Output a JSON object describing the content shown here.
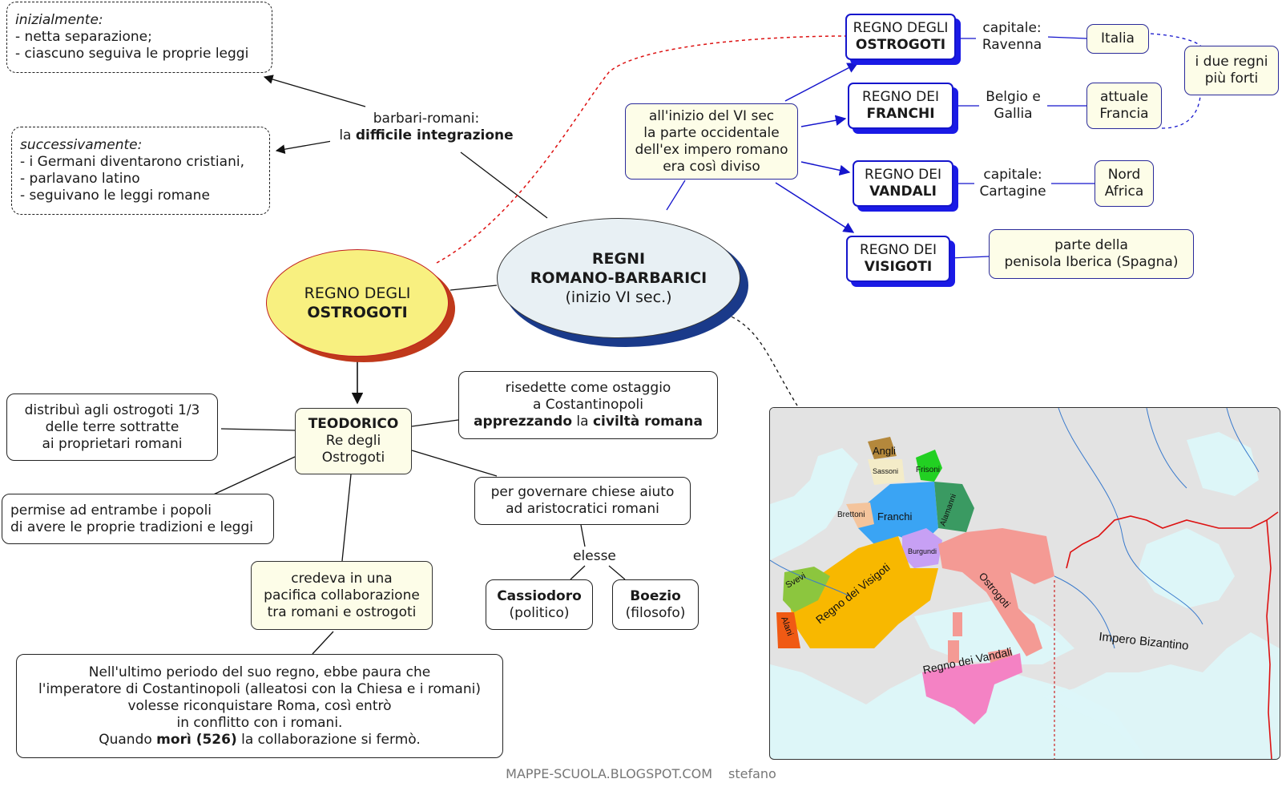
{
  "central": {
    "line1": "REGNI",
    "line2": "ROMANO-BARBARICI",
    "line3": "(inizio VI sec.)"
  },
  "ostrogoti_main": {
    "line1": "REGNO DEGLI",
    "line2": "OSTROGOTI"
  },
  "integration": {
    "line1": "barbari-romani:",
    "line2_a": "la ",
    "line2_b": "difficile integrazione"
  },
  "initially": {
    "title": "inizialmente:",
    "items": [
      "- netta separazione;",
      "- ciascuno seguiva le proprie leggi"
    ]
  },
  "later": {
    "title": "successivamente:",
    "items": [
      "- i Germani diventarono cristiani,",
      "- parlavano latino",
      "- seguivano le leggi romane"
    ]
  },
  "division": {
    "lines": [
      "all'inizio del VI sec",
      "la parte occidentale",
      "dell'ex impero romano",
      "era così diviso"
    ]
  },
  "kingdoms": [
    {
      "l1": "REGNO DEGLI",
      "l2": "OSTROGOTI",
      "info": [
        "capitale:",
        "Ravenna"
      ],
      "place": [
        "Italia"
      ]
    },
    {
      "l1": "REGNO DEI",
      "l2": "FRANCHI",
      "info": [
        "Belgio e",
        "Gallia"
      ],
      "place": [
        "attuale",
        "Francia"
      ]
    },
    {
      "l1": "REGNO DEI",
      "l2": "VANDALI",
      "info": [
        "capitale:",
        "Cartagine"
      ],
      "place": [
        "Nord",
        "Africa"
      ]
    },
    {
      "l1": "REGNO DEI",
      "l2": "VISIGOTI",
      "info": [
        "parte della",
        "penisola Iberica (Spagna)"
      ]
    }
  ],
  "strongest": [
    "i due regni",
    "più forti"
  ],
  "teodorico": {
    "name": "TEODORICO",
    "l2": "Re degli",
    "l3": "Ostrogoti"
  },
  "distribution": [
    "distribuì  agli ostrogoti 1/3",
    "delle terre sottratte",
    "ai proprietari romani"
  ],
  "hostage": {
    "l1": "risedette come ostaggio",
    "l2": "a Costantinopoli",
    "l3a": "apprezzando",
    "l3b": " la ",
    "l3c": "civiltà romana"
  },
  "traditions": [
    "permise ad entrambe i popoli",
    "di avere le proprie tradizioni e leggi"
  ],
  "govern": [
    "per governare chiese aiuto",
    "ad aristocratici romani"
  ],
  "elesse": "elesse",
  "cassiodoro": {
    "name": "Cassiodoro",
    "role": "(politico)"
  },
  "boezio": {
    "name": "Boezio",
    "role": "(filosofo)"
  },
  "collab": [
    "credeva in una",
    "pacifica collaborazione",
    "tra romani e ostrogoti"
  ],
  "ending": {
    "l1": "Nell'ultimo periodo del suo regno, ebbe paura che",
    "l2": "l'imperatore di Costantinopoli (alleatosi con la Chiesa e i romani)",
    "l3": "volesse riconquistare Roma, così entrò",
    "l4": "in conflitto con i romani.",
    "l5a": "Quando ",
    "l5b": "morì (526)",
    "l5c": " la collaborazione si fermò."
  },
  "map": {
    "labels": [
      "Angli",
      "Sassoni",
      "Frisoni",
      "Brettoni",
      "Franchi",
      "Alamanni",
      "Burgundi",
      "Svevi",
      "Regno dei Visigoti",
      "Alani",
      "Ostrogoti",
      "Regno dei Vandali",
      "Impero Bizantino"
    ],
    "colors": {
      "sea": "#ddf6f8",
      "land": "#e3e3e3",
      "franchi": "#3aa4f4",
      "visigoti": "#f8b800",
      "ostrogoti": "#f49a94",
      "vandali": "#f482c4",
      "alamanni": "#3a9a62",
      "burgundi": "#c7a0f4",
      "svevi": "#8cc63e",
      "alani": "#f05a14",
      "angli": "#b4883c",
      "frisoni": "#22d022",
      "brettoni": "#f4c49c"
    }
  },
  "footer": {
    "site": "MAPPE-SCUOLA.BLOGSPOT.COM",
    "author": "stefano"
  }
}
